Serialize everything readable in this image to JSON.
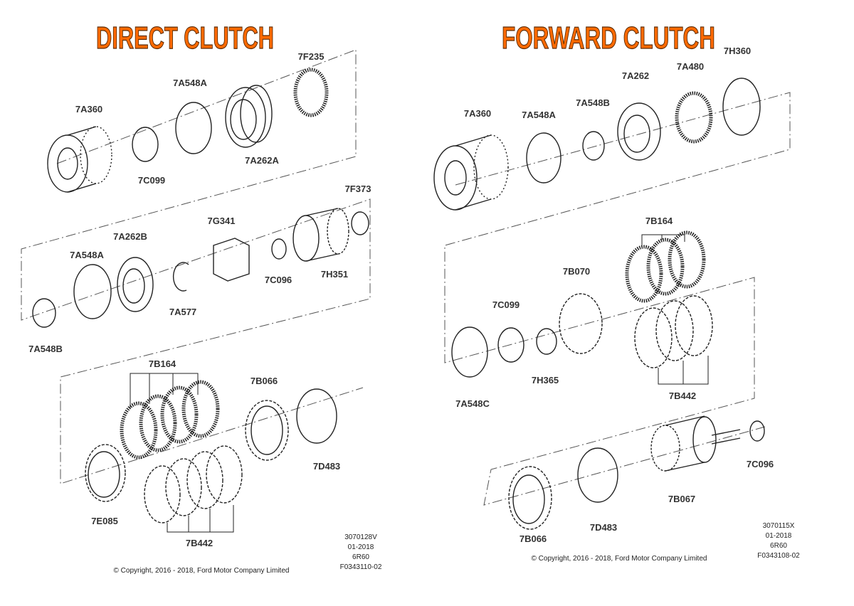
{
  "left": {
    "title": "DIRECT CLUTCH",
    "labels": [
      "7F235",
      "7A548A",
      "7A360",
      "7C099",
      "7A262A",
      "7F373",
      "7G341",
      "7A262B",
      "7A548A",
      "7C096",
      "7H351",
      "7A577",
      "7A548B",
      "7B164",
      "7B066",
      "7D483",
      "7E085",
      "7B442"
    ],
    "meta": [
      "3070128V",
      "01-2018",
      "6R60",
      "F0343110-02"
    ],
    "copyright": "© Copyright, 2016 - 2018, Ford Motor Company Limited"
  },
  "right": {
    "title": "FORWARD CLUTCH",
    "labels": [
      "7H360",
      "7A262",
      "7A480",
      "7A360",
      "7A548A",
      "7A548B",
      "7B164",
      "7B070",
      "7C099",
      "7H365",
      "7A548C",
      "7B442",
      "7C096",
      "7B067",
      "7D483",
      "7B066"
    ],
    "meta": [
      "3070115X",
      "01-2018",
      "6R60",
      "F0343108-02"
    ],
    "copyright": "© Copyright, 2016 - 2018, Ford Motor Company Limited"
  },
  "colors": {
    "title_fill": "#ff6a00",
    "title_outline": "#5a2a00",
    "line": "#222222"
  }
}
